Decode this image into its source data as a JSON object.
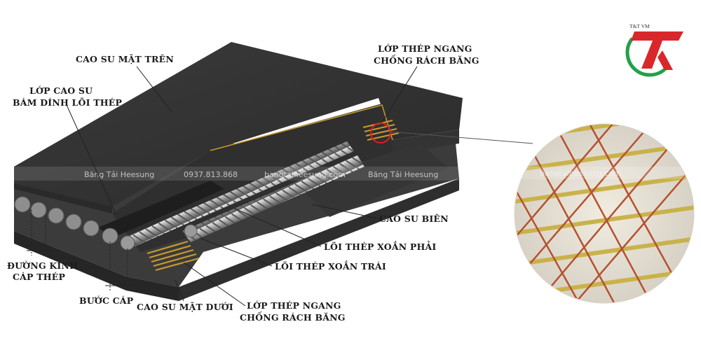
{
  "labels": {
    "top_cover": "CAO SU MẶT TRÊN",
    "adhesive_line1": "LỚP CAO SU",
    "adhesive_line2": "BÁM DÍNH LÕI THÉP",
    "transverse_top_line1": "LỚP THÉP NGANG",
    "transverse_top_line2": "CHỐNG RÁCH BĂNG",
    "edge_rubber": "CAO SU BIÊN",
    "right_core": "LÕI THÉP XOẮN PHẢI",
    "left_core": "LÕI THÉP XOẮN TRÁI",
    "cable_diameter_line1": "ĐƯỜNG KÍNH",
    "cable_diameter_line2": "CÁP THÉP",
    "cable_pitch": "BƯỚC CÁP",
    "bottom_cover": "CAO SU MẶT DƯỚI",
    "transverse_bottom_line1": "LỚP THÉP NGANG",
    "transverse_bottom_line2": "CHỐNG RÁCH BĂNG"
  },
  "watermark": {
    "brand": "Băng Tải Heesung",
    "phone": "0937.813.868",
    "site": "bangtaiheesung.com",
    "brand_2": "Băng Tải Heesung",
    "site_zoom": "bangtaiheesung.com"
  },
  "logo": {
    "text": "T&T VM",
    "colors": {
      "red": "#d8282b",
      "green": "#22a04a"
    }
  }
}
